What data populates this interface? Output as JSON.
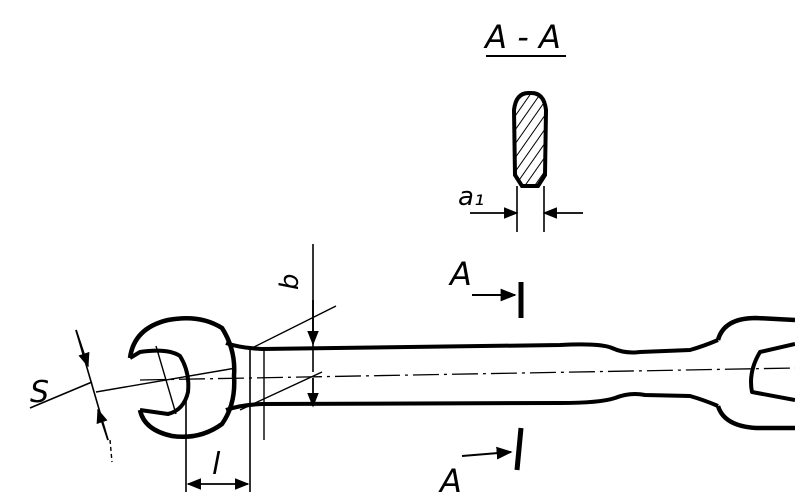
{
  "labels": {
    "section_title": "A - A",
    "thickness": "a₁",
    "width": "b",
    "opening": "S",
    "length": "l",
    "section_mark_top": "A",
    "section_mark_bottom": "A"
  },
  "colors": {
    "line": "#000000",
    "background": "#ffffff"
  }
}
